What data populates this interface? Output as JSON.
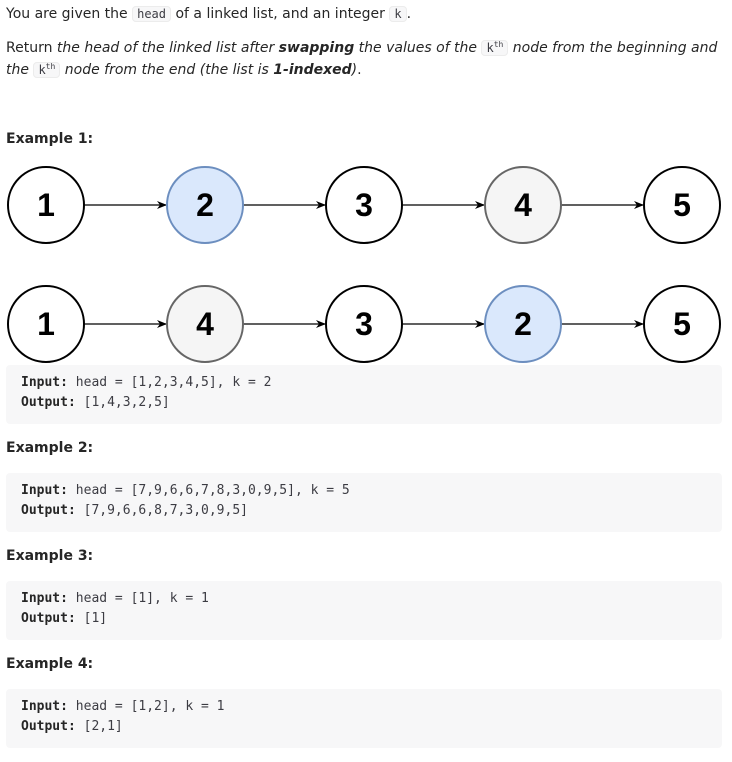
{
  "intro": {
    "p1_a": "You are given the ",
    "p1_code_head": "head",
    "p1_b": " of a linked list, and an integer ",
    "p1_code_k": "k",
    "p1_c": ".",
    "p2_a": "Return ",
    "p2_i1": "the head of the linked list after ",
    "p2_b1": "swapping",
    "p2_i2": " the values of the ",
    "p2_k": "k",
    "p2_th": "th",
    "p2_i3": " node from the beginning and the ",
    "p2_i4": " node from the end (the list is ",
    "p2_b2": "1-indexed",
    "p2_i5": ")",
    "p2_end": "."
  },
  "diagram": {
    "rows": [
      [
        {
          "v": "1",
          "fill": "#ffffff",
          "stroke": "#000000"
        },
        {
          "v": "2",
          "fill": "#dae8fc",
          "stroke": "#6c8ebf"
        },
        {
          "v": "3",
          "fill": "#ffffff",
          "stroke": "#000000"
        },
        {
          "v": "4",
          "fill": "#f5f5f5",
          "stroke": "#666666"
        },
        {
          "v": "5",
          "fill": "#ffffff",
          "stroke": "#000000"
        }
      ],
      [
        {
          "v": "1",
          "fill": "#ffffff",
          "stroke": "#000000"
        },
        {
          "v": "4",
          "fill": "#f5f5f5",
          "stroke": "#666666"
        },
        {
          "v": "3",
          "fill": "#ffffff",
          "stroke": "#000000"
        },
        {
          "v": "2",
          "fill": "#dae8fc",
          "stroke": "#6c8ebf"
        },
        {
          "v": "5",
          "fill": "#ffffff",
          "stroke": "#000000"
        }
      ]
    ]
  },
  "examples": [
    {
      "title": "Example 1:",
      "input_label": "Input:",
      "input": " head = [1,2,3,4,5], k = 2",
      "output_label": "Output:",
      "output": " [1,4,3,2,5]"
    },
    {
      "title": "Example 2:",
      "input_label": "Input:",
      "input": " head = [7,9,6,6,7,8,3,0,9,5], k = 5",
      "output_label": "Output:",
      "output": " [7,9,6,6,8,7,3,0,9,5]"
    },
    {
      "title": "Example 3:",
      "input_label": "Input:",
      "input": " head = [1], k = 1",
      "output_label": "Output:",
      "output": " [1]"
    },
    {
      "title": "Example 4:",
      "input_label": "Input:",
      "input": " head = [1,2], k = 1",
      "output_label": "Output:",
      "output": " [2,1]"
    }
  ]
}
